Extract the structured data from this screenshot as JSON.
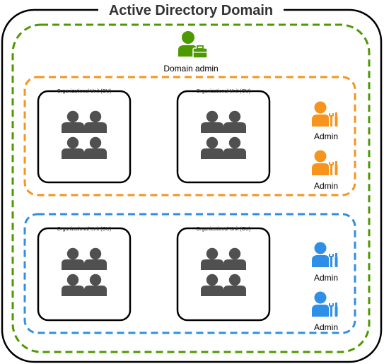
{
  "diagram": {
    "title": "Active Directory Domain",
    "domain_admin": {
      "label": "Domain admin",
      "icon": "user-briefcase-icon",
      "color": "#4d9900"
    },
    "colors": {
      "outer_border": "#000000",
      "domain_dashed": "#4d9900",
      "group_a_dashed": "#f7941d",
      "group_b_dashed": "#2f8fe6",
      "group_icon": "#505050",
      "admin_a": "#f7941d",
      "admin_b": "#2f8fe6"
    },
    "groups": [
      {
        "color_key": "admin_a",
        "ous": [
          {
            "label": "Organizational Unit (OU)",
            "icon": "users-group-icon"
          },
          {
            "label": "Organizational Unit (OU)",
            "icon": "users-group-icon"
          }
        ],
        "admins": [
          {
            "label": "Admin",
            "icon": "user-tools-icon"
          },
          {
            "label": "Admin",
            "icon": "user-tools-icon"
          }
        ]
      },
      {
        "color_key": "admin_b",
        "ous": [
          {
            "label": "Organizational Unit (OU)",
            "icon": "users-group-icon"
          },
          {
            "label": "Organizational Unit (OU)",
            "icon": "users-group-icon"
          }
        ],
        "admins": [
          {
            "label": "Admin",
            "icon": "user-tools-icon"
          },
          {
            "label": "Admin",
            "icon": "user-tools-icon"
          }
        ]
      }
    ]
  }
}
